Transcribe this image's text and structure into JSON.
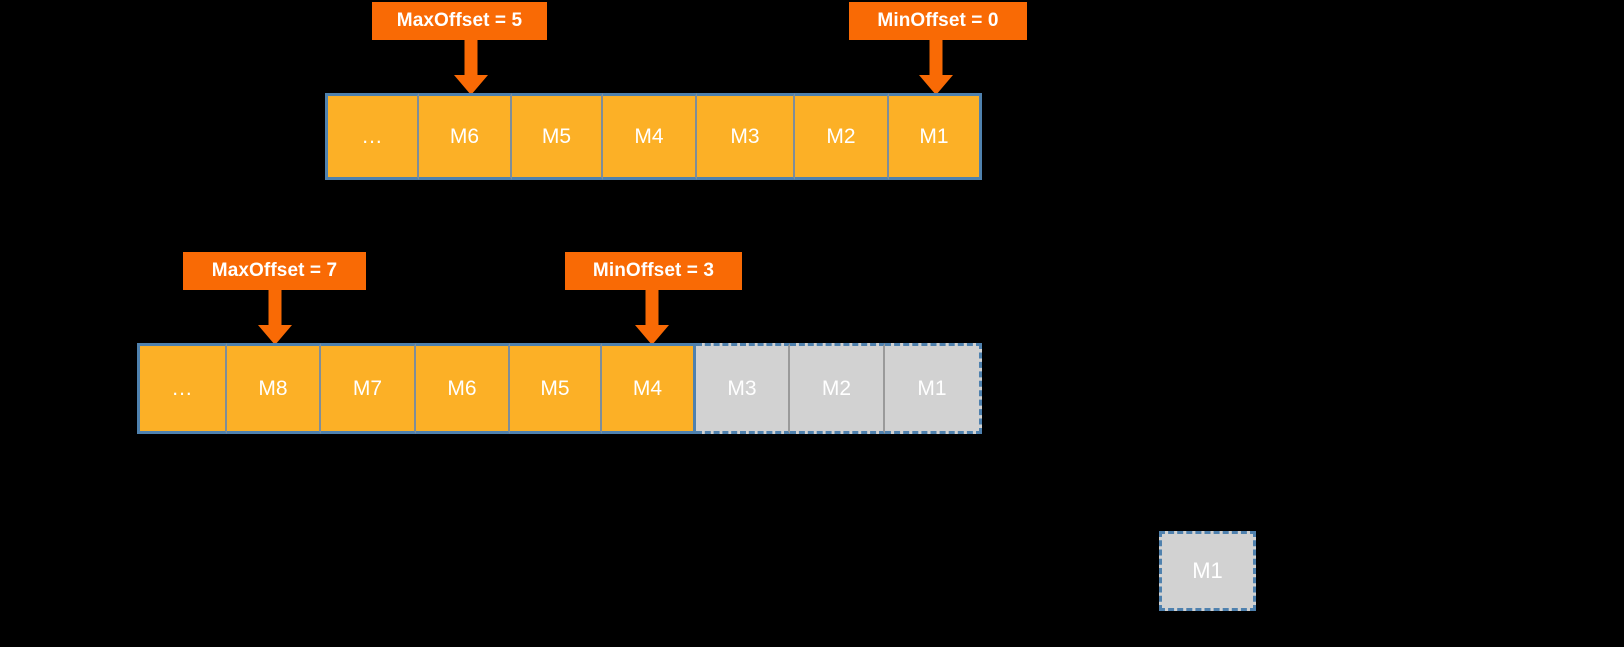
{
  "diagram": {
    "background_color": "#000000",
    "accent_color": "#F96A05",
    "active_cell_color": "#FCB026",
    "inactive_cell_color": "#D2D2D2",
    "border_color": "#4F81AE",
    "ellipsis": "...",
    "rows": [
      {
        "id": "row-1",
        "labels": [
          {
            "id": "max-offset",
            "text": "MaxOffset = 5"
          },
          {
            "id": "min-offset",
            "text": "MinOffset = 0"
          }
        ],
        "cells": [
          {
            "text": "...",
            "state": "active",
            "is_ellipsis": true
          },
          {
            "text": "M6",
            "state": "active",
            "is_ellipsis": false
          },
          {
            "text": "M5",
            "state": "active",
            "is_ellipsis": false
          },
          {
            "text": "M4",
            "state": "active",
            "is_ellipsis": false
          },
          {
            "text": "M3",
            "state": "active",
            "is_ellipsis": false
          },
          {
            "text": "M2",
            "state": "active",
            "is_ellipsis": false
          },
          {
            "text": "M1",
            "state": "active",
            "is_ellipsis": false
          }
        ]
      },
      {
        "id": "row-2",
        "labels": [
          {
            "id": "max-offset",
            "text": "MaxOffset = 7"
          },
          {
            "id": "min-offset",
            "text": "MinOffset = 3"
          }
        ],
        "cells": [
          {
            "text": "...",
            "state": "active",
            "is_ellipsis": true
          },
          {
            "text": "M8",
            "state": "active",
            "is_ellipsis": false
          },
          {
            "text": "M7",
            "state": "active",
            "is_ellipsis": false
          },
          {
            "text": "M6",
            "state": "active",
            "is_ellipsis": false
          },
          {
            "text": "M5",
            "state": "active",
            "is_ellipsis": false
          },
          {
            "text": "M4",
            "state": "active",
            "is_ellipsis": false
          },
          {
            "text": "M3",
            "state": "inactive",
            "is_ellipsis": false
          },
          {
            "text": "M2",
            "state": "inactive",
            "is_ellipsis": false
          },
          {
            "text": "M1",
            "state": "inactive",
            "is_ellipsis": false
          }
        ]
      }
    ],
    "detached_box": {
      "text": "M1",
      "state": "inactive"
    }
  }
}
